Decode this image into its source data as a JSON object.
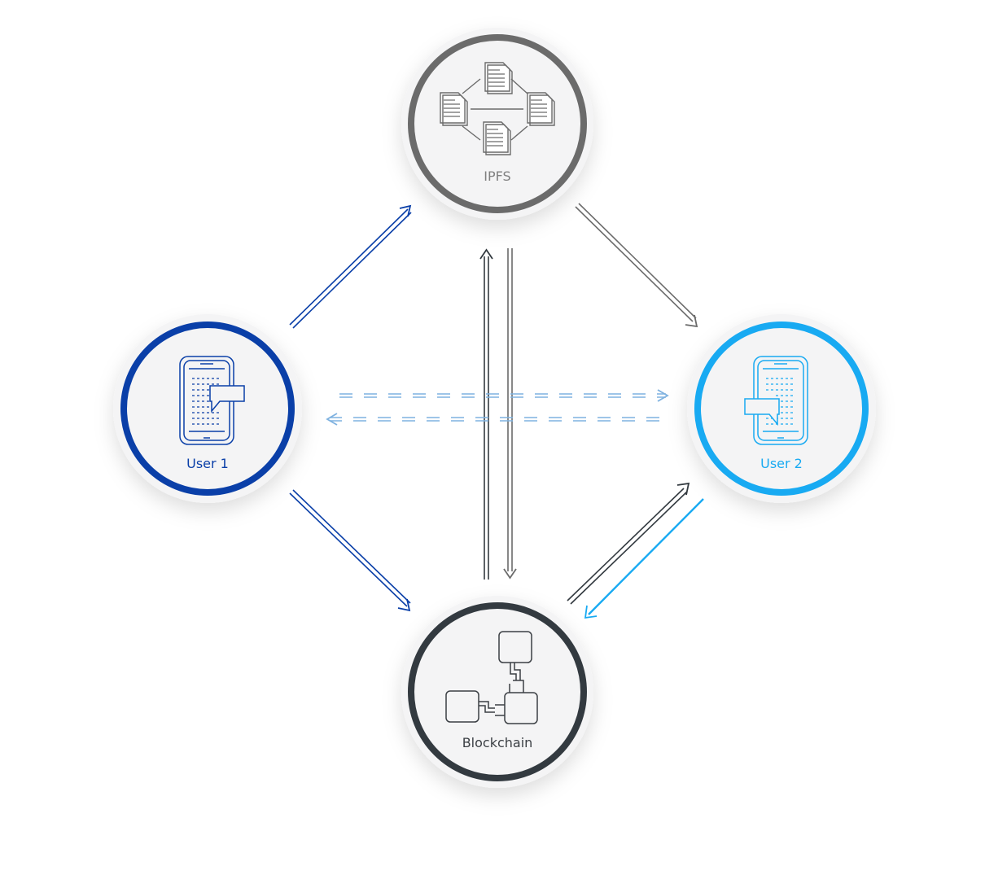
{
  "nodes": {
    "ipfs": {
      "label": "IPFS",
      "ring_color": "#6b6b6b",
      "label_color": "#808080",
      "icon": "document-network-icon"
    },
    "user1": {
      "label": "User 1",
      "ring_color": "#0a3fa8",
      "label_color": "#0a3fa8",
      "icon": "smartphone-chat-icon"
    },
    "user2": {
      "label": "User 2",
      "ring_color": "#18aaf2",
      "label_color": "#18aaf2",
      "icon": "smartphone-chat-icon"
    },
    "blockchain": {
      "label": "Blockchain",
      "ring_color": "#333a40",
      "label_color": "#3b3f44",
      "icon": "blockchain-blocks-icon"
    }
  },
  "colors": {
    "circle_fill": "#f4f4f5",
    "user1_arrow": "#0a3fa8",
    "ipfs_arrow": "#6b6b6b",
    "blockchain_arrow": "#333a40",
    "user2_arrow": "#18aaf2",
    "dashed_arrow": "#7fb2e0"
  }
}
